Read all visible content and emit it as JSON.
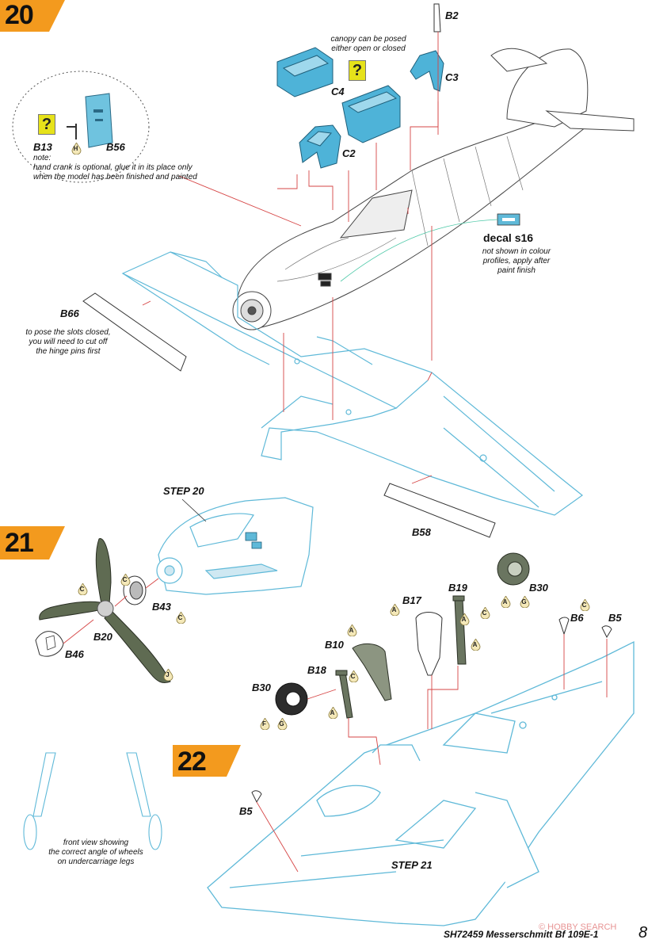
{
  "steps": {
    "s20": "20",
    "s21": "21",
    "s22": "22"
  },
  "parts": {
    "b2": "B2",
    "c3": "C3",
    "c4": "C4",
    "c2": "C2",
    "b13": "B13",
    "b56": "B56",
    "b66": "B66",
    "b58": "B58",
    "b43": "B43",
    "b20": "B20",
    "b46": "B46",
    "b17": "B17",
    "b19": "B19",
    "b30_right": "B30",
    "b10": "B10",
    "b18": "B18",
    "b30_left": "B30",
    "b6": "B6",
    "b5_right": "B5",
    "b5_left": "B5"
  },
  "notes": {
    "canopy_line1": "canopy can be posed",
    "canopy_line2": "either open or closed",
    "crank_line1": "note:",
    "crank_line2": "hand crank is optional, glue it in its place only",
    "crank_line3": "when the model has been finished and painted",
    "decal_title": "decal s16",
    "decal_line1": "not shown in colour",
    "decal_line2": "profiles, apply after",
    "decal_line3": "paint finish",
    "slots_line1": "to pose the slots closed,",
    "slots_line2": "you will need to cut off",
    "slots_line3": "the hinge pins first",
    "front_line1": "front view showing",
    "front_line2": "the correct angle of wheels",
    "front_line3": "on undercarriage legs"
  },
  "refs": {
    "step20": "STEP 20",
    "step21": "STEP 21"
  },
  "glue": {
    "h": "H",
    "c1": "C",
    "c2": "C",
    "c3": "C",
    "j": "J",
    "a1": "A",
    "a2": "A",
    "a3": "A",
    "a4": "A",
    "a5": "A",
    "a6": "A",
    "g1": "G",
    "g2": "G",
    "c4": "C",
    "c5": "C",
    "c6": "C",
    "f": "F"
  },
  "question_mark": "?",
  "footer": {
    "title": "SH72459 Messerschmitt Bf 109E-1",
    "page": "8",
    "watermark": "© HOBBY SEARCH"
  },
  "colors": {
    "accent_orange": "#f39a1e",
    "part_blue": "#5fb9d8",
    "clear_part": "#4eb3d8",
    "line_red": "#d64545",
    "prop_green": "#5f6b52",
    "question_yellow": "#e6e21a"
  }
}
